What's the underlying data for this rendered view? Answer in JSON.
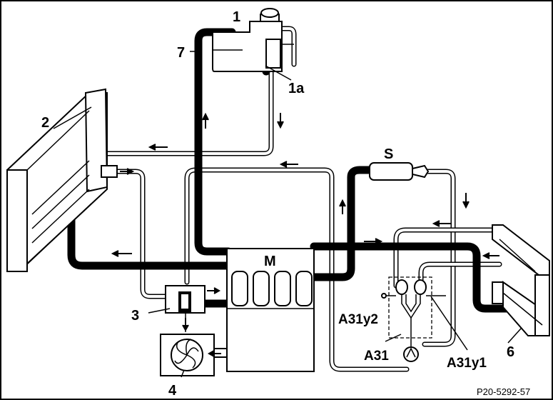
{
  "labels": {
    "l1": "1",
    "l1a": "1a",
    "l2": "2",
    "l3": "3",
    "l4": "4",
    "l6": "6",
    "l7": "7",
    "lM": "M",
    "lS": "S",
    "lA31": "A31",
    "lA31y1": "A31y1",
    "lA31y2": "A31y2",
    "ref": "P20-5292-57"
  }
}
